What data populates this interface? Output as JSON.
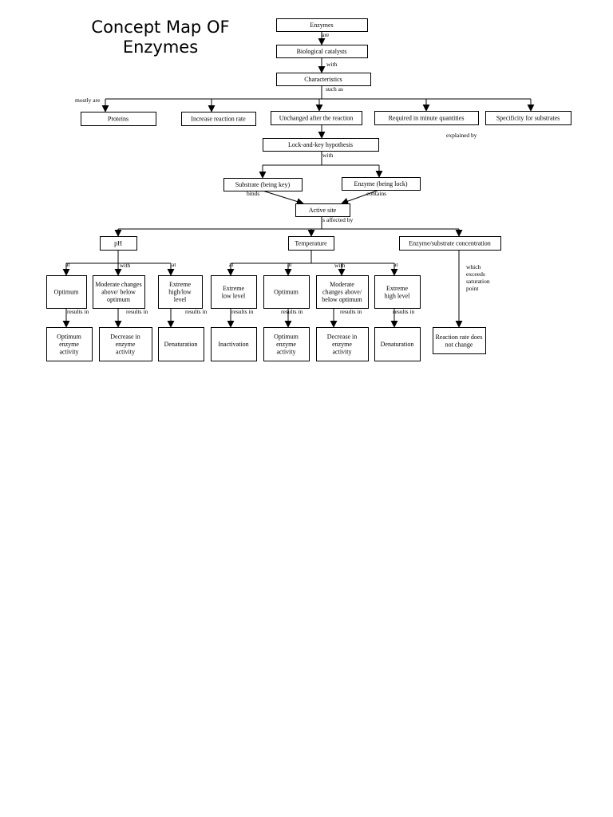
{
  "title": {
    "line1": "Concept Map OF",
    "line2": "Enzymes"
  },
  "nodes": {
    "enzymes": [
      "Enzymes"
    ],
    "catalysts": [
      "Biological catalysts"
    ],
    "characteristics": [
      "Characteristics"
    ],
    "proteins": [
      "Proteins"
    ],
    "increase_rate": [
      "Increase reaction rate"
    ],
    "unchanged": [
      "Unchanged after the reaction"
    ],
    "minute": [
      "Required in minute quantities"
    ],
    "specificity": [
      "Specificity for substrates"
    ],
    "lock_key": [
      "Lock-and-key hypothesis"
    ],
    "substrate_key": [
      "Substrate (being key)"
    ],
    "enzyme_lock": [
      "Enzyme (being lock)"
    ],
    "active_site": [
      "Active site"
    ],
    "ph": [
      "pH"
    ],
    "temperature": [
      "Temperature"
    ],
    "concentration": [
      "Enzyme/substrate concentration"
    ],
    "ph_optimum": [
      "Optimum"
    ],
    "ph_moderate": [
      "Moderate changes",
      "above/ below",
      "optimum"
    ],
    "ph_extreme": [
      "Extreme",
      "high/low",
      "level"
    ],
    "t_low": [
      "Extreme",
      "low level"
    ],
    "t_optimum": [
      "Optimum"
    ],
    "t_moderate": [
      "Moderate",
      "changes above/",
      "below optimum"
    ],
    "t_high": [
      "Extreme",
      "high level"
    ],
    "r_ph_opt": [
      "Optimum",
      "enzyme",
      "activity"
    ],
    "r_ph_decr": [
      "Decrease in",
      "enzyme",
      "activity"
    ],
    "r_ph_denat": [
      "Denaturation"
    ],
    "r_t_inact": [
      "Inactivation"
    ],
    "r_t_opt": [
      "Optimum",
      "enzyme",
      "activity"
    ],
    "r_t_decr": [
      "Decrease in",
      "enzyme",
      "activity"
    ],
    "r_t_denat": [
      "Denaturation"
    ],
    "r_conc": [
      "Reaction rate does",
      "not change"
    ]
  },
  "links": {
    "are": "are",
    "with": "with",
    "such_as": "such as",
    "mostly_are": "mostly are",
    "explained_by": "explained by",
    "with2": "with",
    "binds": "binds",
    "contains": "contains",
    "is_affected_by": "is affected by",
    "at1": "at",
    "with_ph": "with",
    "at2": "at",
    "at3": "at",
    "at4": "at",
    "with_t": "with",
    "at5": "at",
    "results_in_1": "results in",
    "results_in_2": "results in",
    "results_in_3": "results in",
    "results_in_4": "results in",
    "results_in_5": "results in",
    "results_in_6": "results in",
    "results_in_7": "results in",
    "which_exceeds": [
      "which",
      "exceeds",
      "saturation",
      "point"
    ]
  }
}
